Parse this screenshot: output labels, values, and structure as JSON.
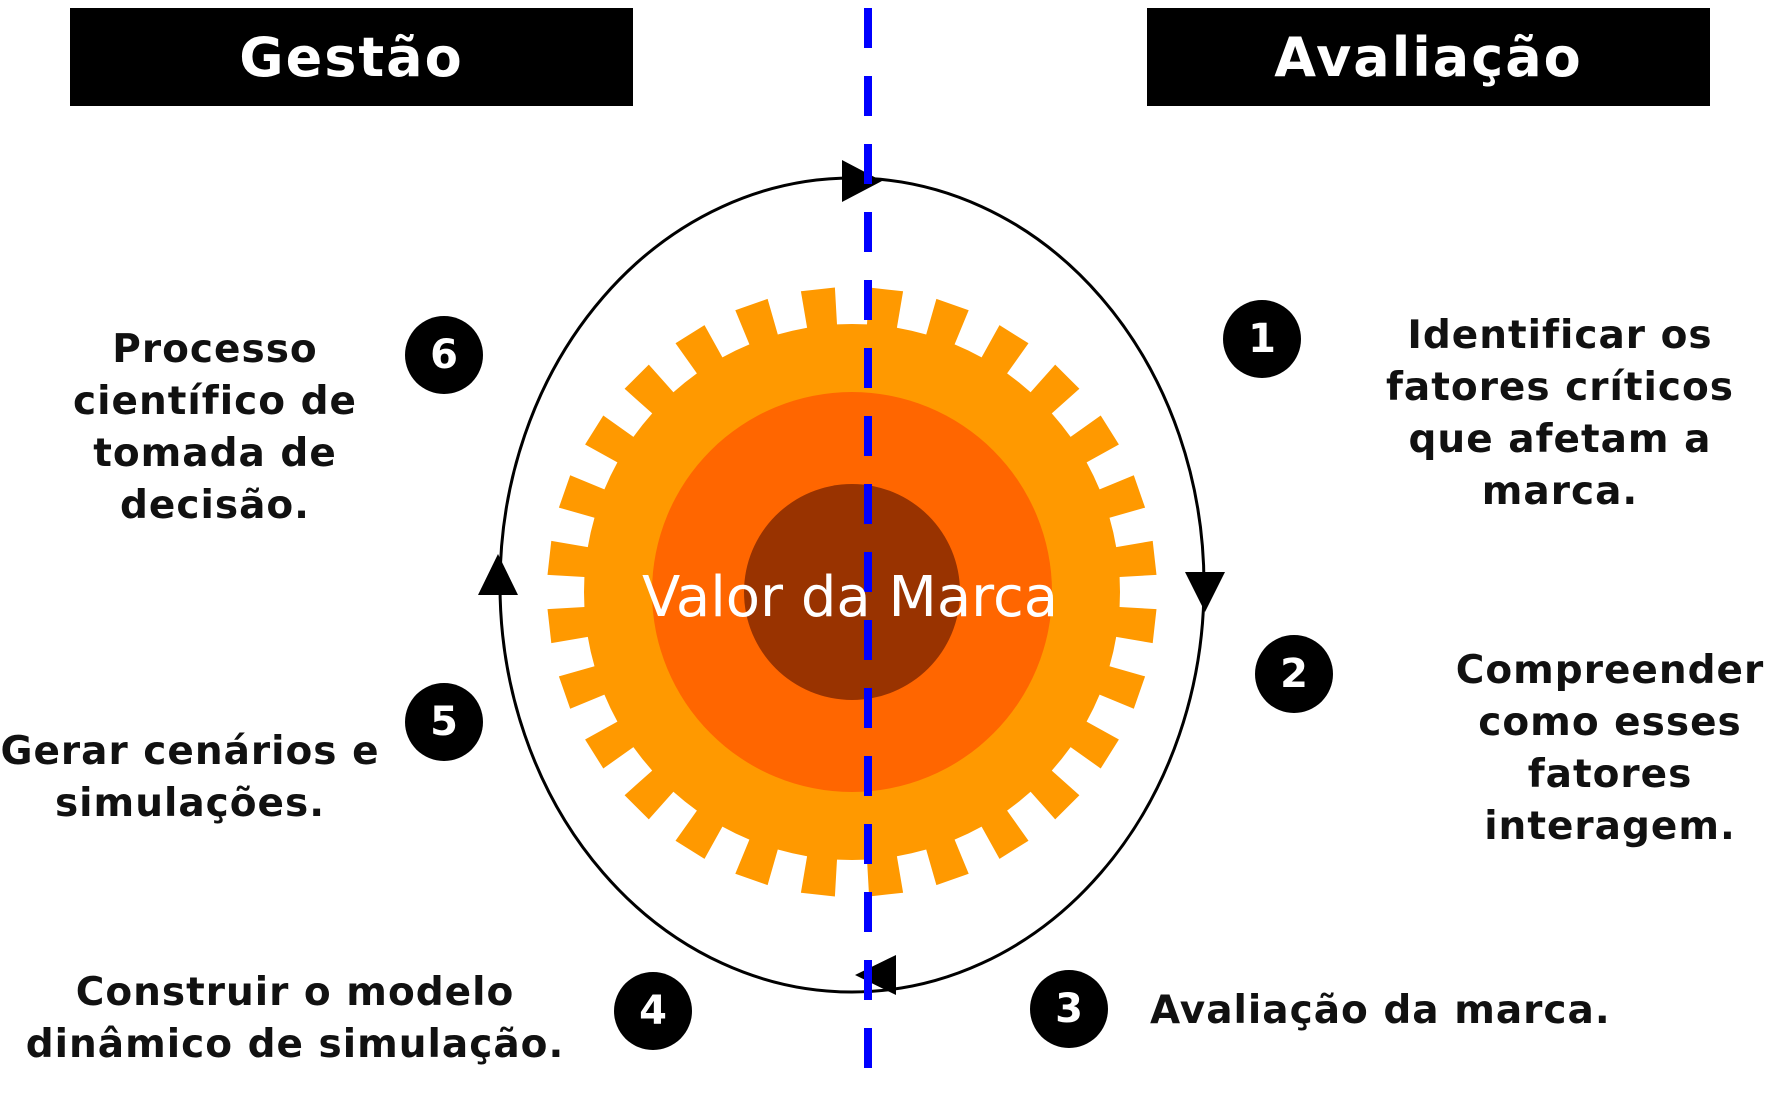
{
  "headers": {
    "left": "Gestão",
    "right": "Avaliação"
  },
  "center_label": "Valor da Marca",
  "colors": {
    "gear": "#FF9900",
    "ring": "#FF6600",
    "core": "#993300",
    "divider": "#0000FF",
    "header_bg": "#000000"
  },
  "steps": [
    {
      "number": "1",
      "text": "Identificar os fatores críticos que afetam a marca."
    },
    {
      "number": "2",
      "text": "Compreender como esses fatores interagem."
    },
    {
      "number": "3",
      "text": "Avaliação da marca."
    },
    {
      "number": "4",
      "text": "Construir o modelo dinâmico de simulação."
    },
    {
      "number": "5",
      "text": "Gerar cenários e simulações."
    },
    {
      "number": "6",
      "text": "Processo científico de tomada de decisão."
    }
  ]
}
